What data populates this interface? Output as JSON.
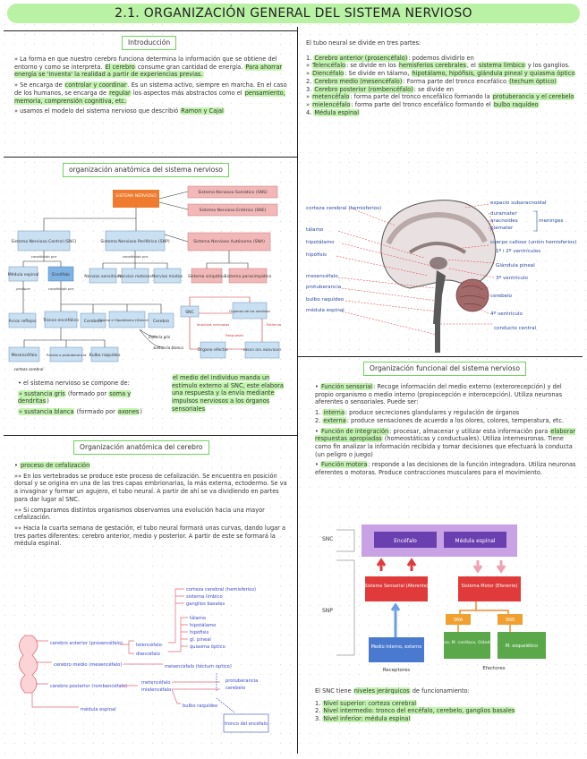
{
  "title": "2.1. ORGANIZACIÓN GENERAL DEL SISTEMA NERVIOSO",
  "intro": {
    "heading": "Introducción",
    "p1_a": "» La forma en que nuestro cerebro funciona determina la información que se obtiene del entorno y como se interpreta. ",
    "p1_b": "El cerebro",
    "p1_c": " consume gran cantidad de energía. ",
    "p1_d": "Para ahorrar energía se 'inventa' la realidad a partir de experiencias previas.",
    "p2_a": "» Se encarga de ",
    "p2_b": "controlar y coordinar",
    "p2_c": ". Es un sistema activo, siempre en marcha. En el caso de los humanos, se encarga de ",
    "p2_d": "regular",
    "p2_e": " los aspectos más abstractos como el ",
    "p2_f": "pensamiento, memoria, comprensión cognitiva, etc.",
    "p3_a": "» usamos el modelo del sistema nervioso que describió ",
    "p3_b": "Ramon y Cajal"
  },
  "anat_org": {
    "heading": "organización anatómica del sistema nervioso",
    "nodes": {
      "sn": "SISTEMA NERVIOSO",
      "snc": "Sistema Nervioso Central (SNC)",
      "snp": "Sistema Nervioso Periférico (SNP)",
      "sns": "Sistema Nervioso Somático (SNS)",
      "sne": "Sistema Nervioso Entérico (SNE)",
      "sna": "Sistema Nervioso Autónomo (SNA)",
      "medula": "Médula espinal",
      "encefalo": "Encéfalo",
      "n_sens": "Nervios sensitivos",
      "n_mot": "Nervios motores",
      "n_mix": "Nervios mixtos",
      "simp": "Sistema simpático",
      "parasimp": "Sistema parasimpático",
      "tronco": "Tronco encefálico",
      "cerebelo": "Cerebelo",
      "talamo": "Tálamo e Hipotálamo (Diencéfalo)",
      "cerebro": "Cerebro",
      "arcos": "Arcos reflejos",
      "mesencefalo": "Mesencéfalo",
      "puente": "Puente o protuberancia",
      "bulbo": "Bulbo raquídeo",
      "snc_small": "SNC",
      "organos": "Órganos de los sentidos",
      "organo_efector": "Órgano efector",
      "medio": "MEDIO DEL INDIVIDUO",
      "impulsos": "Impulsos nerviosos",
      "estimulo": "Estímulo",
      "respuesta": "Respuesta",
      "const_por": "constituido por",
      "produce": "produce",
      "materia_gris": "materia gris",
      "sust_blanca": "sustancia blanca",
      "corteza": "corteza cerebral"
    }
  },
  "snc_comp": {
    "intro": "• el sistema nervioso se compone de:",
    "gris_a": "» sustancia gris",
    "gris_b": " (formado por ",
    "gris_c": "soma y dendritas",
    "gris_d": ")",
    "blanca_a": "» sustancia blanca",
    "blanca_b": " (formado por ",
    "blanca_c": "axones",
    "blanca_d": ")",
    "medio_text": "el medio del individuo manda un estímulo externo al SNC, este elabora una respuesta y la envía mediante impulsos nerviosos a los órganos sensoriales"
  },
  "anat_cerebro": {
    "heading": "Organización anatómica del cerebro",
    "bullet": "proceso de cefalización",
    "p1": "»» En los vertebrados se produce este proceso de cefalización. Se encuentra en posición dorsal y se origina en una de las tres capas embrionarias, la más externa, ectodermo. Se va a invaginar y formar un agujero, el tubo neural. A partir de ahí se va dividiendo en partes para dar lugar al SNC.",
    "p2": "»» Si comparamos distintos organismos observamos una evolución hacia una mayor cefalización.",
    "p3": "»» Hacia la cuarta semana de gestación, el tubo neural formará unas curvas, dando lugar a tres partes diferentes: cerebro anterior, medio y posterior. A partir de este se formará la médula espinal.",
    "tree": {
      "anterior": "cerebro anterior (prosencéfalo)",
      "medio": "cerebro medio (mesencéfalo)",
      "posterior": "cerebro posterior (rombencéfalo)",
      "medula": "médula espinal",
      "telencefalo": "telencéfalo",
      "diencefalo": "diencéfalo",
      "tel_items": [
        "corteza cerebral (hemisferios)",
        "sistema límbico",
        "ganglios basales"
      ],
      "dien_items": [
        "tálamo",
        "hipotálamo",
        "hipófisis",
        "gl. pineal",
        "quiasma óptico"
      ],
      "mes_item": "mesencéfalo (téctum óptico)",
      "metencefalo": "metencéfalo",
      "mielencefalo": "mielencéfalo",
      "met_items": [
        "protuberancia",
        "cerebelo"
      ],
      "bulbo": "bulbo raquídeo",
      "tronco": "tronco del encéfalo"
    }
  },
  "tubo": {
    "intro": "El tubo neural se divide en tres partes:",
    "l1_a": "1.  ",
    "l1_b": "Cerebro anterior (prosencéfalo)",
    "l1_c": ": podemos dividirlo en",
    "l2_a": "» ",
    "l2_b": "Telencéfalo",
    "l2_c": ": se divide en los ",
    "l2_d": "hemisferios cerebrales",
    "l2_e": ", el ",
    "l2_f": "sistema límbico",
    "l2_g": " y los ganglios.",
    "l3_a": "» ",
    "l3_b": "Diencéfalo",
    "l3_c": ": Se divide en tálamo, ",
    "l3_d": "hipotálamo, hipófisis, glándula pineal y quiasma óptico",
    "l4_a": "2.  ",
    "l4_b": "Cerebro medio (mesencéfalo)",
    "l4_c": ": Forma parte del tronco encefálico ",
    "l4_d": "(techum óptico)",
    "l5_a": "3.  ",
    "l5_b": "Cerebro posterior (rombencéfalo)",
    "l5_c": ": se divide en",
    "l6_a": "» ",
    "l6_b": "metencéfalo",
    "l6_c": ": forma parte del tronco encefálico formando la ",
    "l6_d": "protuberancia y el cerebelo",
    "l7_a": "» ",
    "l7_b": "mielencéfalo",
    "l7_c": ": forma parte del tronco encefálico formando el ",
    "l7_d": "bulbo raquídeo",
    "l8_a": "4.  ",
    "l8_b": "Médula espinal"
  },
  "brain": {
    "left": [
      "corteza cerebral (hemisferios)",
      "tálamo",
      "hipotálamo",
      "hipófisis",
      "mesencéfalo",
      "protuberancia",
      "bulbo raquídeo",
      "médula espinal"
    ],
    "right": [
      "espacio subaracnoidal",
      "duramater",
      "aracnoides",
      "piamater",
      "meninges",
      "cuerpo calloso (unión hemisferios)",
      "1º i 2º ventrículos",
      "Glándula pineal",
      "3º ventrículo",
      "cerebelo",
      "4º ventrículo",
      "conducto central"
    ]
  },
  "func": {
    "heading": "Organización funcional del sistema nervioso",
    "f1_a": "Función sensorial",
    "f1_b": ": Recoge información del medio externo (exterorecepción) y del propio organismo o medio interno (propiocepción e interocepción). Utiliza neuronas aferentes o sensoriales. Puede ser:",
    "f1_i": "1.  ",
    "f1_j": "interna",
    "f1_k": ": produce secreciones glandulares y regulación de órganos",
    "f1_l": "2.  ",
    "f1_m": "externa",
    "f1_n": ": produce sensaciones de acuerdo a los olores, colores, temperatura, etc.",
    "f2_a": "Función de integración",
    "f2_b": ": procesar, almacenar y utilizar esta información para ",
    "f2_c": "elaborar respuestas apropiadas",
    "f2_d": " (homeostáticas y conductuales). Utiliza interneuronas. Tiene como fin analizar la información recibida y tomar decisiones que efectuará la conducta (un peligro o juego)",
    "f3_a": "Función motora",
    "f3_b": ": responde a las decisiones de la función integradora. Utiliza neuronas eferentes o motoras. Produce contracciones musculares para el movimiento.",
    "diagram": {
      "snc": "SNC",
      "snp": "SNP",
      "encefalo": "Encéfalo",
      "medula": "Médula espinal",
      "sensorial": "Sistema Sensorial (Aferente)",
      "motor": "Sistema Motor (Eferente)",
      "sna": "SNA",
      "sns": "SNS",
      "medio": "Medio interno, externo",
      "mliso": "M. liso, M. cardíaco, Glándulas",
      "mesq": "M. esquelético",
      "receptores": "Receptores",
      "efectores": "Efectores"
    },
    "niveles_a": "El SNC tiene ",
    "niveles_b": "niveles jerárquicos",
    "niveles_c": " de funcionamiento:",
    "n1_a": "1.  ",
    "n1_b": "Nivel superior: corteza cerebral",
    "n2_a": "2.  ",
    "n2_b": "Nivel intermedio: tronco del encéfalo, cerebelo, ganglios basales",
    "n3_a": "3.  ",
    "n3_b": "Nivel inferior: médula espinal"
  }
}
